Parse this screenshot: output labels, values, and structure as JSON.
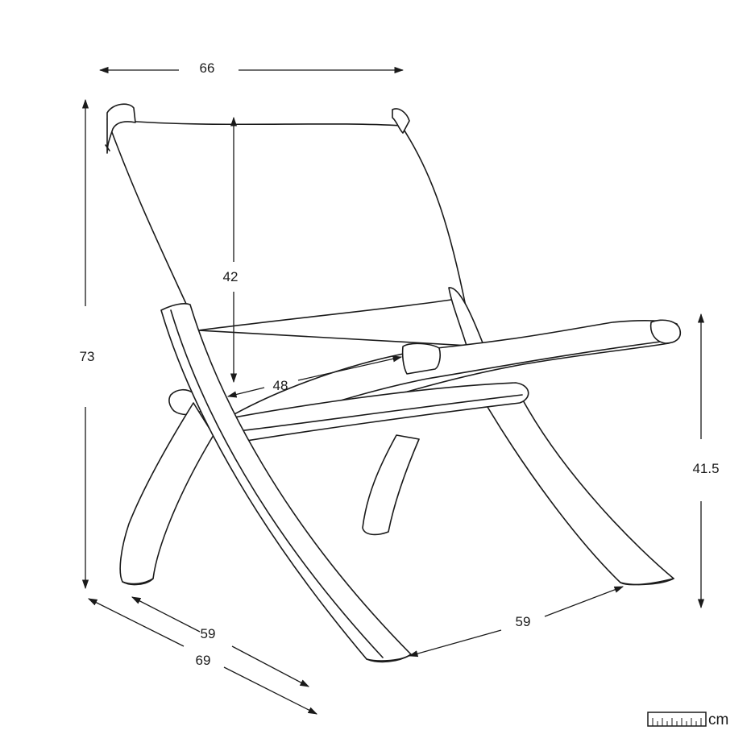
{
  "dimensions": {
    "width_top": "66",
    "backrest_height": "42",
    "total_height": "73",
    "seat_depth": "48",
    "seat_height": "41.5",
    "depth_inner": "59",
    "depth_outer": "69",
    "width_base": "59"
  },
  "unit": {
    "label": "cm",
    "icon": "ruler-icon"
  },
  "colors": {
    "line": "#1a1a1a",
    "background": "#ffffff"
  }
}
